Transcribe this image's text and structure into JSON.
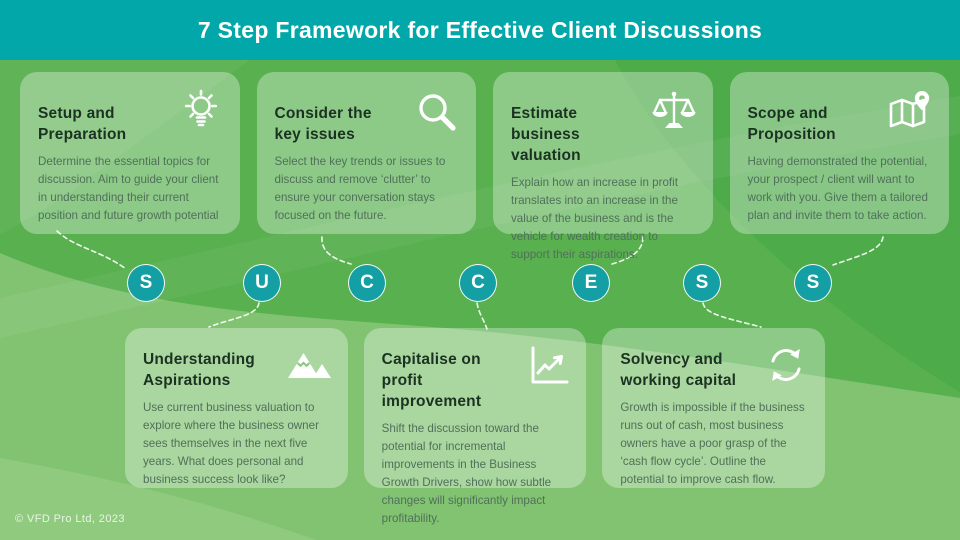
{
  "header": {
    "title": "7 Step Framework for Effective Client Discussions"
  },
  "letters": [
    "S",
    "U",
    "C",
    "C",
    "E",
    "S",
    "S"
  ],
  "steps": [
    {
      "row": "top",
      "title1": "Setup and",
      "title2": "Preparation",
      "body": "Determine the essential topics for discussion. Aim to guide your client in understanding their current position and future growth potential",
      "icon": "lightbulb-icon"
    },
    {
      "row": "top",
      "title1": "Consider the",
      "title2": "key issues",
      "body": "Select the key trends or issues to discuss and remove ‘clutter’ to ensure your conversation stays focused on the future.",
      "icon": "magnifier-icon"
    },
    {
      "row": "top",
      "title1": "Estimate",
      "title2": "business valuation",
      "body": "Explain how an increase in profit translates into an increase in the value of the business and is the vehicle for wealth creation to support their aspirations.",
      "icon": "scales-icon"
    },
    {
      "row": "top",
      "title1": "Scope and",
      "title2": "Proposition",
      "body": "Having demonstrated the potential, your prospect / client will want to work with you. Give them a tailored plan and invite them to take action.",
      "icon": "map-pin-icon"
    },
    {
      "row": "bottom",
      "title1": "Understanding",
      "title2": "Aspirations",
      "body": "Use current business valuation to explore where the business owner sees themselves in the next five years. What does personal and business success look like?",
      "icon": "mountains-icon"
    },
    {
      "row": "bottom",
      "title1": "Capitalise on",
      "title2": "profit improvement",
      "body": "Shift the discussion toward the potential for incremental improvements in the Business Growth Drivers, show how subtle changes will significantly impact profitability.",
      "icon": "growth-chart-icon"
    },
    {
      "row": "bottom",
      "title1": "Solvency and",
      "title2": "working capital",
      "body": "Growth is impossible if the business runs out of cash, most business owners have a poor grasp of the ‘cash flow cycle’. Outline the potential to improve cash flow.",
      "icon": "cycle-icon"
    }
  ],
  "footer": {
    "text": "© VFD Pro Ltd, 2023"
  },
  "colors": {
    "header_bar": "#02A7A9",
    "letter_circle": "#149FA4",
    "background_base": "#82C372",
    "background_mid": "#58B04F",
    "background_dark": "#4EAB4A",
    "background_light_wave": "#90CA7E",
    "card_overlay": "rgba(255,255,255,0.32)",
    "title_text": "#1B3222",
    "body_text": "#50705A"
  }
}
